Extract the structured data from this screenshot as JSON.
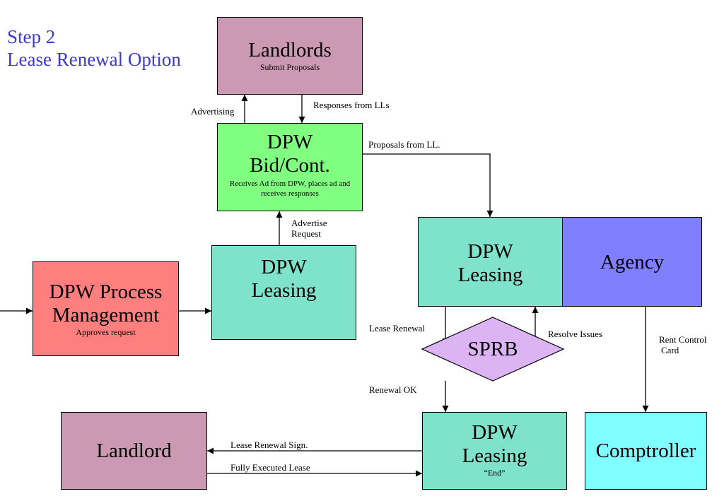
{
  "title": {
    "line1": "Step 2",
    "line2": "Lease Renewal Option"
  },
  "colors": {
    "landlord_box": "#cc99b3",
    "bid_box": "#80ff80",
    "leasing_box": "#7fe3cc",
    "process_box": "#ff7f7f",
    "agency_box": "#7f7fff",
    "sprb_diamond": "#dcb4f4",
    "comptroller_box": "#7fffff",
    "title_text": "#3b3bc8"
  },
  "nodes": {
    "landlords_top": {
      "title": "Landlords",
      "subtitle": "Submit Proposals"
    },
    "bid_cont": {
      "title_line1": "DPW",
      "title_line2": "Bid/Cont.",
      "subtitle": "Receives Ad from DPW, places ad and receives responses"
    },
    "leasing_middle": {
      "title_line1": "DPW",
      "title_line2": "Leasing"
    },
    "process_mgmt": {
      "title_line1": "DPW Process",
      "title_line2": "Management",
      "subtitle": "Approves request"
    },
    "leasing_right": {
      "title_line1": "DPW",
      "title_line2": "Leasing"
    },
    "agency": {
      "title": "Agency"
    },
    "sprb": {
      "title": "SPRB"
    },
    "leasing_end": {
      "title_line1": "DPW",
      "title_line2": "Leasing",
      "subtitle": "“End”"
    },
    "landlord_bottom": {
      "title": "Landlord"
    },
    "comptroller": {
      "title": "Comptroller"
    }
  },
  "edges": {
    "advertising": "Advertising",
    "responses_from_lls": "Responses from LLs",
    "proposals_from_ll": "Proposals from LL.",
    "advertise_request_line1": "Advertise",
    "advertise_request_line2": "Request",
    "lease_renewal": "Lease Renewal",
    "resolve_issues": "Resolve Issues",
    "renewal_ok": "Renewal OK",
    "rent_control_line1": "Rent Control",
    "rent_control_line2": "Card",
    "lease_renewal_sign": "Lease Renewal Sign.",
    "fully_executed_lease": "Fully Executed Lease"
  }
}
